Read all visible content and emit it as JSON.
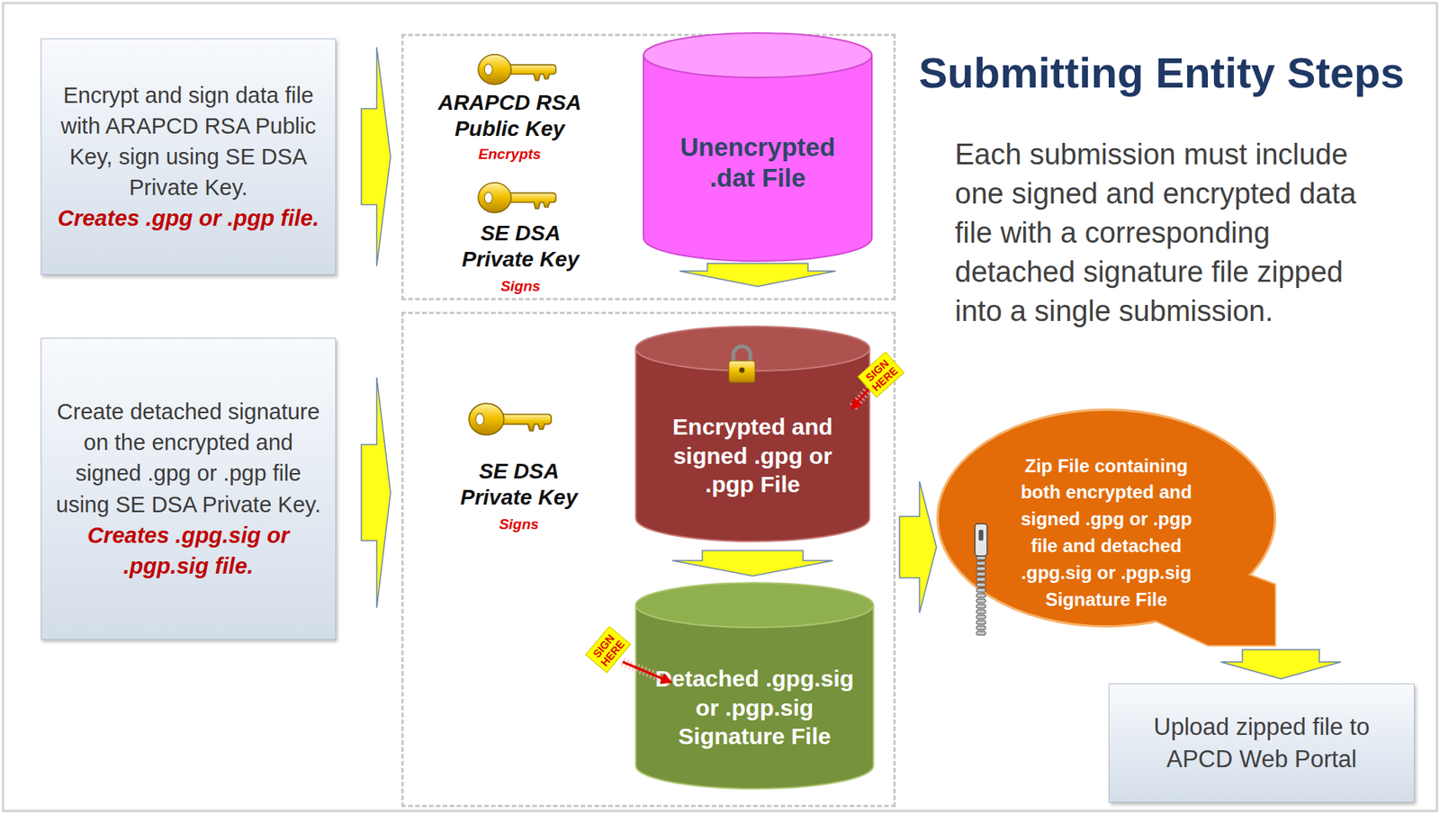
{
  "diagram": {
    "title": "Submitting Entity Steps",
    "nodes": [
      {
        "text": [
          "Encrypt and sign data file with ARAPCD RSA Public Key, sign using SE DSA Private Key.",
          "Creates .gpg or .pgp file."
        ]
      },
      {
        "text": [
          "ARAPCD RSA Public Key",
          "Encrypts",
          "SE DSA Private Key",
          "Signs"
        ]
      },
      {
        "text": [
          "Unencrypted .dat File"
        ],
        "in": 1
      },
      {
        "text": [
          "Create detached signature on the encrypted and signed .gpg or .pgp file using SE DSA Private Key.",
          "Creates .gpg.sig or .pgp.sig file."
        ]
      },
      {
        "text": [
          "SE DSA Private Key",
          "Signs"
        ]
      },
      {
        "text": [
          "Encrypted and signed .gpg or .pgp File"
        ],
        "in": 4
      },
      {
        "text": [
          "Detached .gpg.sig or .pgp.sig Signature File"
        ],
        "in": 4
      },
      {
        "text": [
          "Zip File containing both encrypted and signed .gpg or .pgp file and detached .gpg.sig or .pgp.sig Signature File"
        ]
      },
      {
        "text": [
          "Upload zipped file to APCD Web Portal"
        ]
      }
    ],
    "edges": [
      {
        "from": 0,
        "to": 1,
        "arrow": "to"
      },
      {
        "from": 3,
        "to": 4,
        "arrow": "to"
      },
      {
        "from": 2,
        "to": 5,
        "arrow": "to"
      },
      {
        "from": 5,
        "to": 6,
        "arrow": "to"
      },
      {
        "from": 4,
        "to": 7,
        "arrow": "to"
      },
      {
        "from": 7,
        "to": 8,
        "arrow": "to"
      }
    ],
    "labels": [
      "Each submission must include one signed and encrypted data file with a corresponding detached signature file zipped into a single submission.",
      "SIGN HERE",
      "SIGN HERE"
    ]
  }
}
